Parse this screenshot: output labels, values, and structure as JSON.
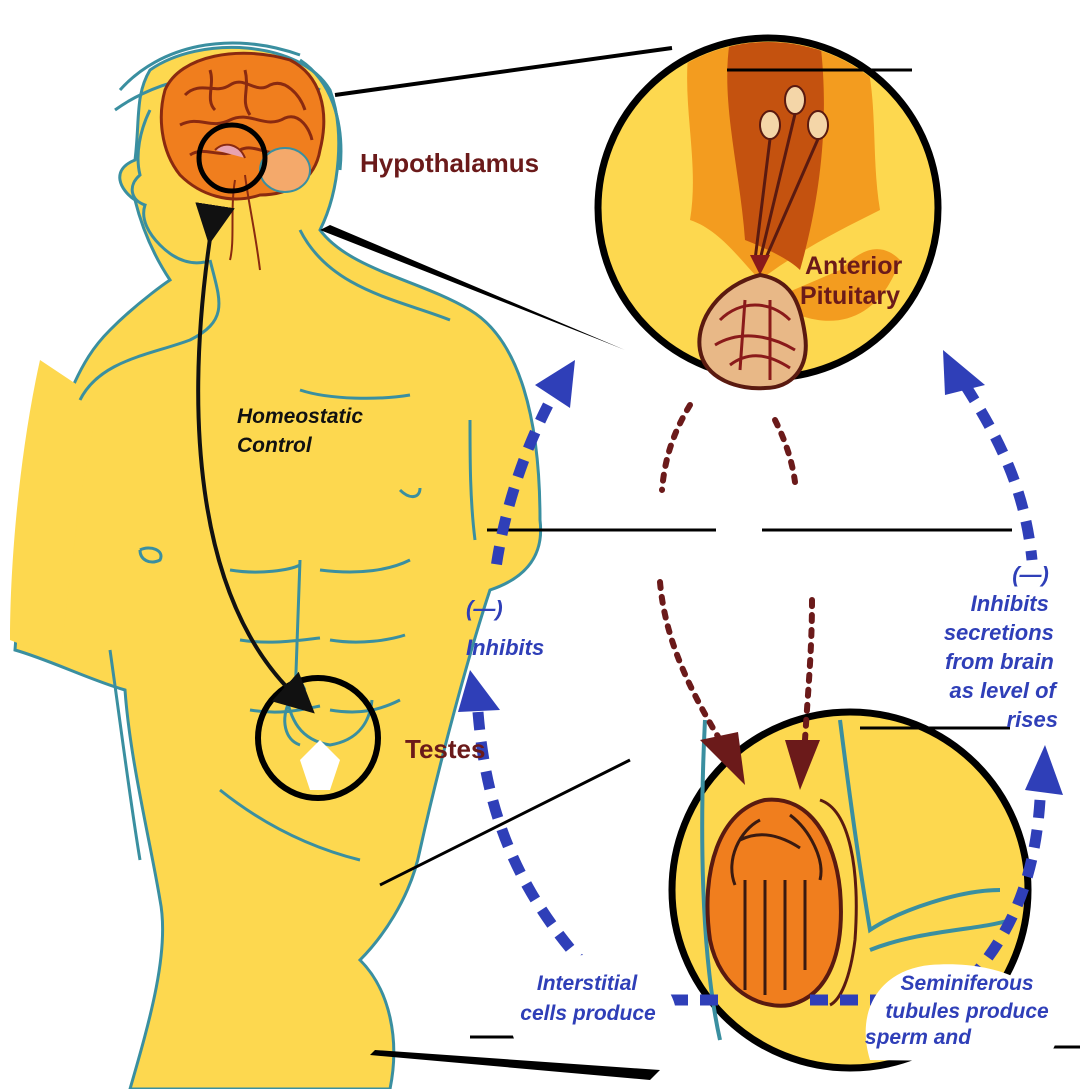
{
  "labels": {
    "hypothalamus": "Hypothalamus",
    "anterior_pituitary_line1": "Anterior",
    "anterior_pituitary_line2": "Pituitary",
    "homeostatic_line1": "Homeostatic",
    "homeostatic_line2": "Control",
    "testes": "Testes",
    "left_inhibits_sign": "(—)",
    "left_inhibits": "Inhibits",
    "right_inhibits_sign": "(—)",
    "right_inhibits_line1": "Inhibits",
    "right_inhibits_line2": "secretions",
    "right_inhibits_line3": "from brain",
    "right_inhibits_line4": "as level of",
    "right_inhibits_line5": "rises",
    "interstitial_line1": "Interstitial",
    "interstitial_line2": "cells produce",
    "seminiferous_line1": "Seminiferous",
    "seminiferous_line2": "tubules produce",
    "seminiferous_line3": "sperm and"
  },
  "colors": {
    "skin": "#fdd84f",
    "outline": "#3a8fa0",
    "brain": "#f07e1e",
    "label_red": "#6b1a1a",
    "label_blue": "#2f3fb8",
    "arrow_dark": "#6b1a1a",
    "arrow_blue": "#2f3fb8"
  }
}
